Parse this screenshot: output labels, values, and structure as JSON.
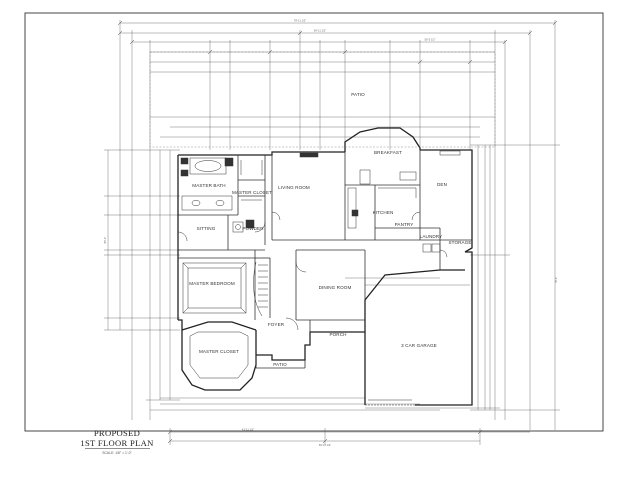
{
  "drawing": {
    "title_line1": "PROPOSED",
    "title_line2": "1ST FLOOR PLAN",
    "scale": "SCALE: 1/8\" = 1'-0\""
  },
  "rooms": {
    "patio_rear": "PATIO",
    "breakfast": "BREAKFAST",
    "den": "DEN",
    "living_room": "LIVING ROOM",
    "master_bath": "MASTER BATH",
    "master_closet_upper": "MASTER CLOSET",
    "kitchen": "KITCHEN",
    "pantry": "PANTRY",
    "laundry": "LAUNDRY",
    "storage": "STORAGE",
    "sitting": "SITTING",
    "powder": "POWDER",
    "master_bedroom": "MASTER BEDROOM",
    "dining_room": "DINING ROOM",
    "foyer": "FOYER",
    "porch": "PORCH",
    "master_closet_lower": "MASTER CLOSET",
    "patio_front": "PATIO",
    "garage": "3 CAR GARAGE"
  },
  "dimensions": {
    "overall_top": "78'-11 1/2\"",
    "top_2": "60'-11 1/2\"",
    "top_3": "56'-5 1/2\"",
    "overall_bottom": "60'-11 1/2\"",
    "bottom_2": "41'-11 1/2\"",
    "left_overall": "80'-0\"",
    "right_overall": "78'-0\""
  }
}
